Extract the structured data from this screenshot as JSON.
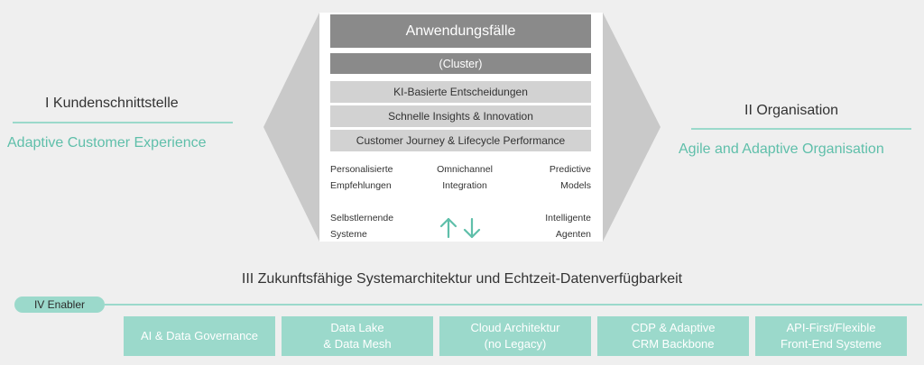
{
  "center": {
    "title": "Anwendungsfälle",
    "cluster": "(Cluster)",
    "bars": [
      "KI-Basierte Entscheidungen",
      "Schnelle Insights & Innovation",
      "Customer Journey & Lifecycle Performance"
    ],
    "features": {
      "personalisierte": "Personalisierte\nEmpfehlungen",
      "omnichannel": "Omnichannel\nIntegration",
      "predictive": "Predictive\nModels",
      "selbstlernende": "Selbstlernende\nSysteme",
      "agenten": "Intelligente\nAgenten"
    }
  },
  "left": {
    "title": "I Kundenschnittstelle",
    "subtitle": "Adaptive Customer Experience"
  },
  "right": {
    "title": "II Organisation",
    "subtitle": "Agile and Adaptive Organisation"
  },
  "architecture": {
    "title": "III Zukunftsfähige Systemarchitektur und Echtzeit-Datenverfügbarkeit"
  },
  "enabler": {
    "tag": "IV Enabler",
    "items": [
      "AI & Data Governance",
      "Data Lake\n& Data Mesh",
      "Cloud Architektur\n(no Legacy)",
      "CDP & Adaptive\nCRM Backbone",
      "API-First/Flexible\nFront-End Systeme"
    ]
  },
  "colors": {
    "accent": "#5fbfaa",
    "accent_light": "#9bd9cb",
    "dark_gray": "#8a8a8a",
    "light_gray": "#d2d2d2",
    "chevron": "#c9c9c9"
  },
  "icons": {
    "arrows": "up-down-arrows-icon"
  }
}
